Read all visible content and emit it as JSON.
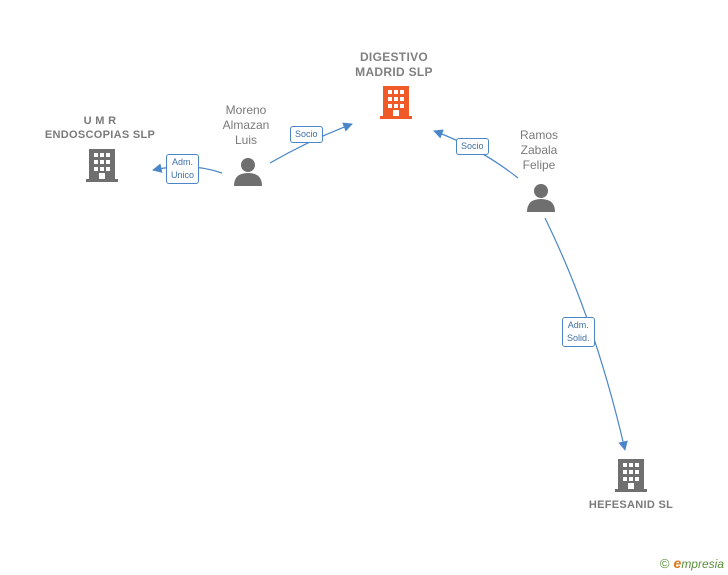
{
  "nodes": {
    "digestivo": {
      "label": "DIGESTIVO\nMADRID  SLP",
      "color": "#f05a28"
    },
    "umr": {
      "label": "U M R\nENDOSCOPIAS SLP",
      "color": "#7a7a7a"
    },
    "hefesanid": {
      "label": "HEFESANID SL",
      "color": "#7a7a7a"
    },
    "moreno": {
      "label": "Moreno\nAlmazan\nLuis",
      "color": "#7a7a7a"
    },
    "ramos": {
      "label": "Ramos\nZabala\nFelipe",
      "color": "#7a7a7a"
    }
  },
  "edges": {
    "moreno_digestivo": "Socio",
    "moreno_umr": "Adm.\nUnico",
    "ramos_digestivo": "Socio",
    "ramos_hefesanid": "Adm.\nSolid."
  },
  "colors": {
    "edge": "#4a86c8"
  },
  "footer": {
    "copyright": "©",
    "brand_initial": "e",
    "brand_rest": "mpresia"
  }
}
